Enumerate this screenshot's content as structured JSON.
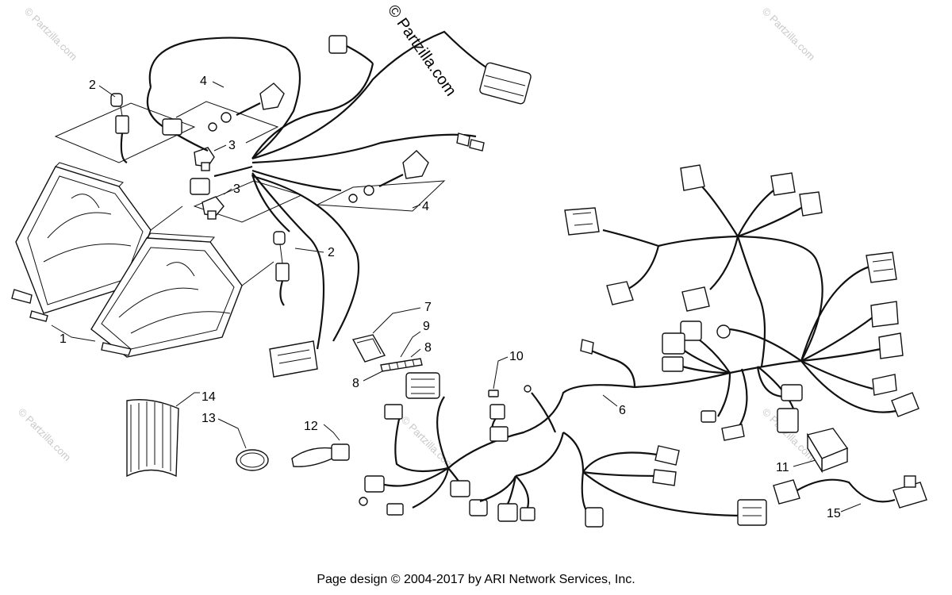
{
  "watermarks": {
    "main": "© Partzilla.com",
    "faded": "© Partzilla.com"
  },
  "callouts": {
    "n1": "1",
    "n2a": "2",
    "n2b": "2",
    "n3a": "3",
    "n3b": "3",
    "n4a": "4",
    "n4b": "4",
    "n6": "6",
    "n7": "7",
    "n8a": "8",
    "n8b": "8",
    "n9": "9",
    "n10": "10",
    "n11": "11",
    "n12": "12",
    "n13": "13",
    "n14": "14",
    "n15": "15"
  },
  "footer": {
    "text": "Page design © 2004-2017 by ARI Network Services, Inc."
  }
}
